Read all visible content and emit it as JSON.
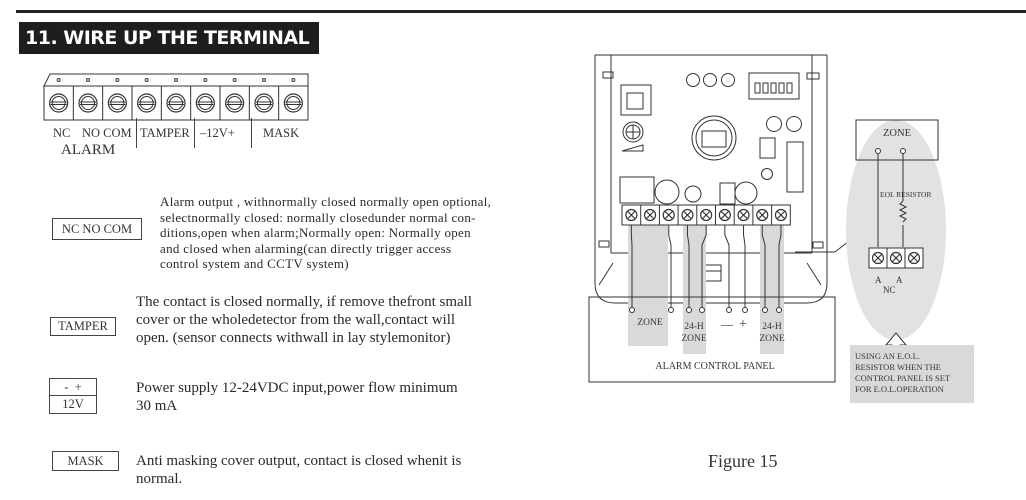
{
  "section": {
    "title": "11. WIRE UP THE TERMINAL"
  },
  "terminal_strip": {
    "screw_count": 9,
    "labels": {
      "nc": "NC",
      "no_com": "NO COM",
      "tamper": "TAMPER",
      "power": "–12V+",
      "mask": "MASK",
      "alarm": "ALARM"
    }
  },
  "legend": [
    {
      "key": "NC NO COM",
      "description": [
        "Alarm output , withnormally closed normally open optional,",
        "selectnormally closed: normally closedunder normal con-",
        "ditions,open when alarm;Normally open: Normally open",
        "and closed when alarming(can directly trigger access",
        "control system and CCTV system)"
      ]
    },
    {
      "key": "TAMPER",
      "description": [
        "The contact is closed normally, if remove thefront small",
        "cover or the wholedetector from the wall,contact will",
        "open. (sensor connects withwall in lay stylemonitor)"
      ]
    },
    {
      "key_top": "-  +",
      "key_bottom": "12V",
      "description": [
        "Power supply 12-24VDC input,power  flow minimum",
        "30 mA"
      ]
    },
    {
      "key": "MASK",
      "description": [
        "Anti masking cover output,  contact is closed whenit is",
        "normal."
      ]
    }
  ],
  "figure": {
    "caption": "Figure 15",
    "panel": {
      "title": "ALARM CONTROL PANEL",
      "zone": "ZONE",
      "zone_24h_line1": "24-H",
      "zone_24h_line2": "ZONE",
      "minus": "—",
      "plus": "+"
    },
    "eol_detail": {
      "zone": "ZONE",
      "resistor": "EOL RESISTOR",
      "a1": "A",
      "a2": "A",
      "nc": "NC"
    },
    "note": [
      "USING AN E.O.L.",
      "RESISTOR WHEN THE",
      "CONTROL PANEL IS SET",
      "FOR E.O.L.OPERATION"
    ]
  }
}
